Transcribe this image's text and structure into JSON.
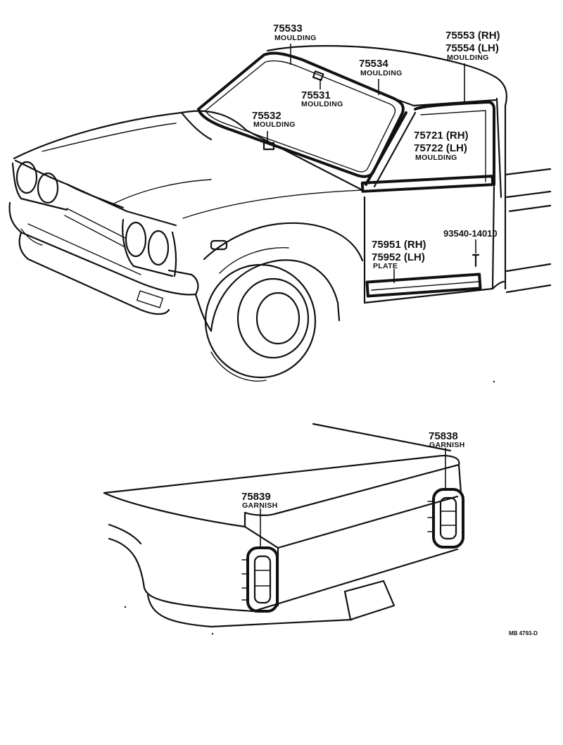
{
  "callouts": {
    "c75533": {
      "part": "75533",
      "name": "MOULDING"
    },
    "c75534": {
      "part": "75534",
      "name": "MOULDING"
    },
    "c75531": {
      "part": "75531",
      "name": "MOULDING"
    },
    "c75532": {
      "part": "75532",
      "name": "MOULDING"
    },
    "c75553": {
      "part_rh": "75553 (RH)",
      "part_lh": "75554 (LH)",
      "name": "MOULDING"
    },
    "c75721": {
      "part_rh": "75721 (RH)",
      "part_lh": "75722 (LH)",
      "name": "MOULDING"
    },
    "c93540": {
      "part": "93540-14010"
    },
    "c75951": {
      "part_rh": "75951 (RH)",
      "part_lh": "75952 (LH)",
      "name": "PLATE"
    },
    "c75838": {
      "part": "75838",
      "name": "GARNISH"
    },
    "c75839": {
      "part": "75839",
      "name": "GARNISH"
    }
  },
  "reference_code": "MB 4793-D"
}
